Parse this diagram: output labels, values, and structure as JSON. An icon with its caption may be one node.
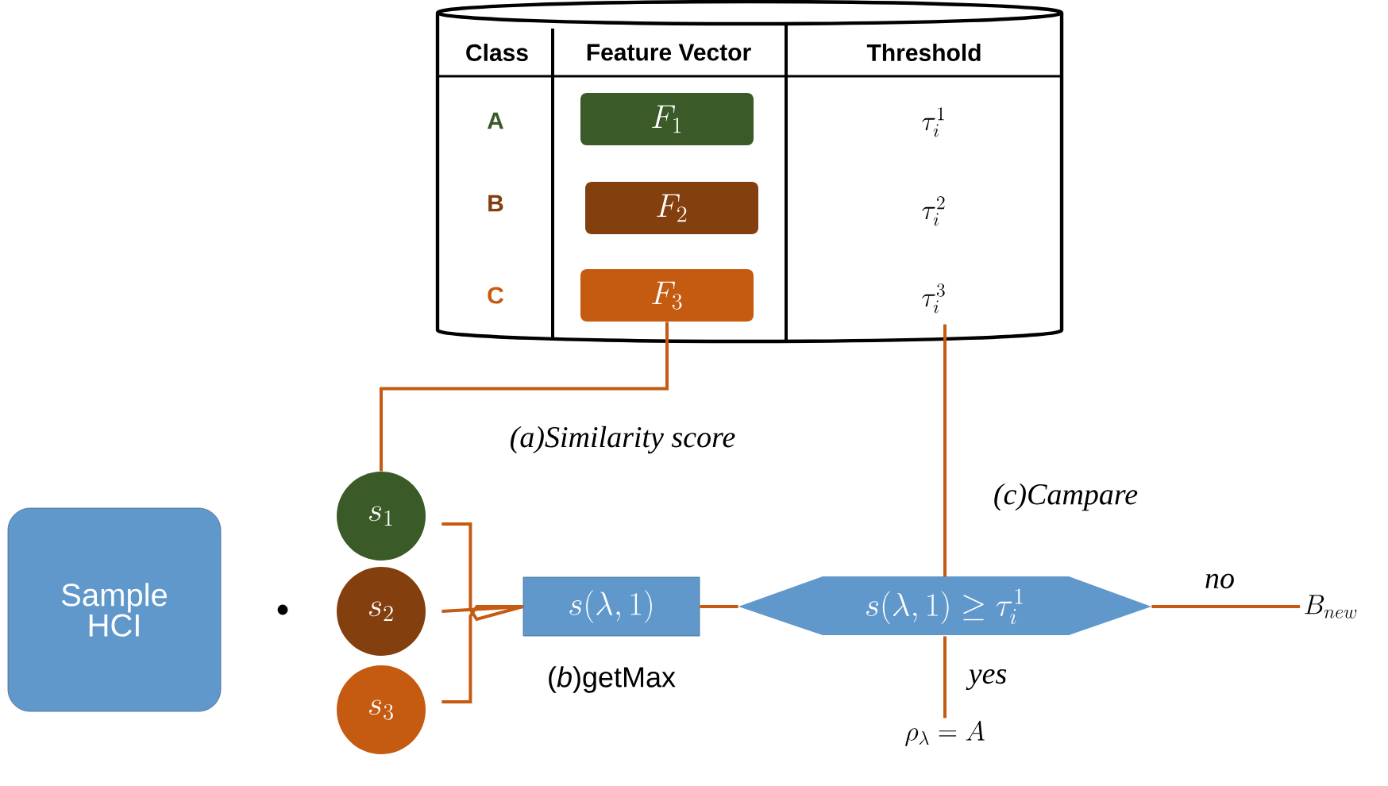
{
  "diagram": {
    "nodes": [
      {
        "text": [],
        "shape": "cylinder"
      },
      {
        "text": [
          "F_1"
        ],
        "in": 0
      },
      {
        "text": [
          "F_2"
        ],
        "in": 0
      },
      {
        "text": [
          "F_3"
        ],
        "in": 0
      },
      {
        "text": [
          "Sample HCI"
        ]
      },
      {
        "text": [
          "s_1"
        ]
      },
      {
        "text": [
          "s_2"
        ]
      },
      {
        "text": [
          "s_3"
        ]
      },
      {
        "text": [
          "s(\\lambda,1)"
        ],
        "beside": [
          "(*b*)getMax"
        ]
      },
      {
        "text": [
          "s(\\lambda,1)\\geq\\tau_i^1"
        ]
      },
      {
        "text": [
          "B_{new}"
        ]
      },
      {
        "text": [
          "\\rho_\\lambda = A"
        ]
      }
    ],
    "edges": [
      {
        "from": 3,
        "to": 5,
        "arrow": "none",
        "label": "(a)Similarity score"
      },
      {
        "from": 5,
        "to": 8,
        "arrow": "none"
      },
      {
        "from": 6,
        "to": 8,
        "arrow": "none"
      },
      {
        "from": 7,
        "to": 8,
        "arrow": "none"
      },
      {
        "from": 8,
        "to": 9,
        "arrow": "none"
      },
      {
        "from": 0,
        "to": 9,
        "arrow": "none",
        "label": "(c)Campare"
      },
      {
        "from": 9,
        "to": 10,
        "arrow": "none",
        "label": "no"
      },
      {
        "from": 9,
        "to": 11,
        "arrow": "none",
        "label": "yes"
      }
    ],
    "labels": [
      "Class",
      "Feature Vector",
      "Threshold",
      "A",
      "\\tau_i^1",
      "B",
      "\\tau_i^2",
      "C",
      "\\tau_i^3"
    ]
  }
}
